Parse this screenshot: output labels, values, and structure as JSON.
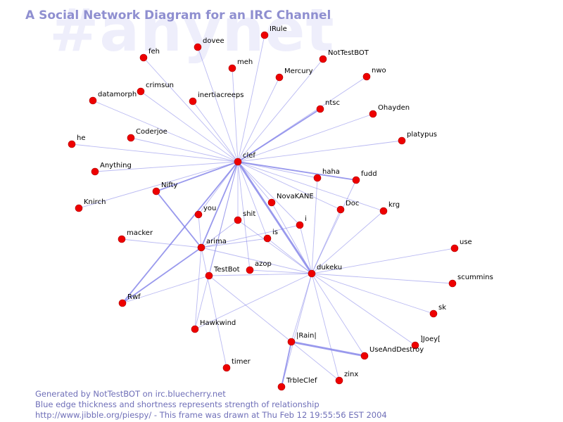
{
  "title": "A Social Network Diagram for an IRC Channel",
  "watermark": "#anynet",
  "colors": {
    "edge": "#8080e8",
    "node": "#ee0000",
    "node_stroke": "#aa0000",
    "title": "#8f8fd0",
    "footer": "#6f6fb8",
    "watermark": "#eeeefb"
  },
  "nodes": [
    {
      "id": "IRule",
      "label": "IRule"
    },
    {
      "id": "dovee",
      "label": "dovee"
    },
    {
      "id": "NotTestBOT",
      "label": "NotTestBOT"
    },
    {
      "id": "feh",
      "label": "feh"
    },
    {
      "id": "meh",
      "label": "meh"
    },
    {
      "id": "nwo",
      "label": "nwo"
    },
    {
      "id": "Mercury",
      "label": "Mercury"
    },
    {
      "id": "crimsun",
      "label": "crimsun"
    },
    {
      "id": "datamorph",
      "label": "datamorph"
    },
    {
      "id": "inertiacreeps",
      "label": "inertiacreeps"
    },
    {
      "id": "ntsc",
      "label": "ntsc"
    },
    {
      "id": "Ohayden",
      "label": "Ohayden"
    },
    {
      "id": "Coderjoe",
      "label": "Coderjoe"
    },
    {
      "id": "he",
      "label": "he"
    },
    {
      "id": "platypus",
      "label": "platypus"
    },
    {
      "id": "clef",
      "label": "clef"
    },
    {
      "id": "Anything",
      "label": "Anything"
    },
    {
      "id": "haha",
      "label": "haha"
    },
    {
      "id": "fudd",
      "label": "fudd"
    },
    {
      "id": "Nifty",
      "label": "Nifty"
    },
    {
      "id": "NovaKANE",
      "label": "NovaKANE"
    },
    {
      "id": "Knirch",
      "label": "Knirch"
    },
    {
      "id": "Doc",
      "label": "Doc"
    },
    {
      "id": "krg",
      "label": "krg"
    },
    {
      "id": "you",
      "label": "you"
    },
    {
      "id": "shit",
      "label": "shit"
    },
    {
      "id": "i",
      "label": "i"
    },
    {
      "id": "macker",
      "label": "macker"
    },
    {
      "id": "is",
      "label": "is"
    },
    {
      "id": "arima",
      "label": "arima"
    },
    {
      "id": "use",
      "label": "use"
    },
    {
      "id": "azop",
      "label": "azop"
    },
    {
      "id": "dukeku",
      "label": "dukeku"
    },
    {
      "id": "TestBot",
      "label": "TestBot"
    },
    {
      "id": "scummins",
      "label": "scummins"
    },
    {
      "id": "Rwf",
      "label": "Rwf"
    },
    {
      "id": "sk",
      "label": "sk"
    },
    {
      "id": "Hawkwind",
      "label": "Hawkwind"
    },
    {
      "id": "Joey",
      "label": "]Joey["
    },
    {
      "id": "Rain",
      "label": "|Rain|"
    },
    {
      "id": "UseAndDestroy",
      "label": "UseAndDestroy"
    },
    {
      "id": "timer",
      "label": "timer"
    },
    {
      "id": "zinx",
      "label": "zinx"
    },
    {
      "id": "TrbleClef",
      "label": "TrbleClef"
    }
  ],
  "edges": [
    {
      "from": "clef",
      "to": "IRule",
      "weight": 1
    },
    {
      "from": "clef",
      "to": "dovee",
      "weight": 1
    },
    {
      "from": "clef",
      "to": "NotTestBOT",
      "weight": 1
    },
    {
      "from": "clef",
      "to": "feh",
      "weight": 1
    },
    {
      "from": "clef",
      "to": "meh",
      "weight": 1
    },
    {
      "from": "clef",
      "to": "nwo",
      "weight": 1
    },
    {
      "from": "clef",
      "to": "Mercury",
      "weight": 1
    },
    {
      "from": "clef",
      "to": "crimsun",
      "weight": 1
    },
    {
      "from": "clef",
      "to": "datamorph",
      "weight": 1
    },
    {
      "from": "clef",
      "to": "inertiacreeps",
      "weight": 1
    },
    {
      "from": "clef",
      "to": "ntsc",
      "weight": 2
    },
    {
      "from": "clef",
      "to": "Ohayden",
      "weight": 1
    },
    {
      "from": "clef",
      "to": "Coderjoe",
      "weight": 1
    },
    {
      "from": "clef",
      "to": "he",
      "weight": 1
    },
    {
      "from": "clef",
      "to": "platypus",
      "weight": 1
    },
    {
      "from": "clef",
      "to": "Anything",
      "weight": 1
    },
    {
      "from": "clef",
      "to": "haha",
      "weight": 1
    },
    {
      "from": "clef",
      "to": "fudd",
      "weight": 2
    },
    {
      "from": "clef",
      "to": "Nifty",
      "weight": 2
    },
    {
      "from": "clef",
      "to": "NovaKANE",
      "weight": 1
    },
    {
      "from": "clef",
      "to": "Knirch",
      "weight": 1
    },
    {
      "from": "clef",
      "to": "Doc",
      "weight": 1
    },
    {
      "from": "clef",
      "to": "krg",
      "weight": 1
    },
    {
      "from": "clef",
      "to": "you",
      "weight": 1
    },
    {
      "from": "clef",
      "to": "shit",
      "weight": 1
    },
    {
      "from": "clef",
      "to": "i",
      "weight": 1
    },
    {
      "from": "clef",
      "to": "is",
      "weight": 1
    },
    {
      "from": "clef",
      "to": "arima",
      "weight": 2
    },
    {
      "from": "clef",
      "to": "azop",
      "weight": 1
    },
    {
      "from": "clef",
      "to": "dukeku",
      "weight": 3
    },
    {
      "from": "clef",
      "to": "TestBot",
      "weight": 1
    },
    {
      "from": "clef",
      "to": "Rwf",
      "weight": 2
    },
    {
      "from": "clef",
      "to": "Hawkwind",
      "weight": 1
    },
    {
      "from": "Nifty",
      "to": "arima",
      "weight": 2
    },
    {
      "from": "arima",
      "to": "Rwf",
      "weight": 2
    },
    {
      "from": "arima",
      "to": "you",
      "weight": 1
    },
    {
      "from": "arima",
      "to": "macker",
      "weight": 1
    },
    {
      "from": "arima",
      "to": "is",
      "weight": 1
    },
    {
      "from": "arima",
      "to": "dukeku",
      "weight": 1
    },
    {
      "from": "arima",
      "to": "shit",
      "weight": 1
    },
    {
      "from": "arima",
      "to": "i",
      "weight": 1
    },
    {
      "from": "arima",
      "to": "timer",
      "weight": 1
    },
    {
      "from": "arima",
      "to": "Hawkwind",
      "weight": 1
    },
    {
      "from": "dukeku",
      "to": "haha",
      "weight": 1
    },
    {
      "from": "dukeku",
      "to": "fudd",
      "weight": 1
    },
    {
      "from": "dukeku",
      "to": "Doc",
      "weight": 1
    },
    {
      "from": "dukeku",
      "to": "krg",
      "weight": 1
    },
    {
      "from": "dukeku",
      "to": "NovaKANE",
      "weight": 1
    },
    {
      "from": "dukeku",
      "to": "i",
      "weight": 1
    },
    {
      "from": "dukeku",
      "to": "is",
      "weight": 1
    },
    {
      "from": "dukeku",
      "to": "shit",
      "weight": 1
    },
    {
      "from": "dukeku",
      "to": "use",
      "weight": 1
    },
    {
      "from": "dukeku",
      "to": "scummins",
      "weight": 1
    },
    {
      "from": "dukeku",
      "to": "sk",
      "weight": 1
    },
    {
      "from": "dukeku",
      "to": "Joey",
      "weight": 1
    },
    {
      "from": "dukeku",
      "to": "Rain",
      "weight": 1
    },
    {
      "from": "dukeku",
      "to": "UseAndDestroy",
      "weight": 1
    },
    {
      "from": "dukeku",
      "to": "zinx",
      "weight": 1
    },
    {
      "from": "dukeku",
      "to": "TrbleClef",
      "weight": 1
    },
    {
      "from": "dukeku",
      "to": "TestBot",
      "weight": 1
    },
    {
      "from": "dukeku",
      "to": "azop",
      "weight": 1
    },
    {
      "from": "dukeku",
      "to": "Hawkwind",
      "weight": 1
    },
    {
      "from": "TestBot",
      "to": "Rwf",
      "weight": 1
    },
    {
      "from": "TestBot",
      "to": "Rain",
      "weight": 1
    },
    {
      "from": "Rain",
      "to": "UseAndDestroy",
      "weight": 3
    },
    {
      "from": "Rain",
      "to": "zinx",
      "weight": 1
    },
    {
      "from": "Rain",
      "to": "TrbleClef",
      "weight": 2
    }
  ],
  "footer": {
    "line1": "Generated by NotTestBOT on irc.bluecherry.net",
    "line2": "Blue edge thickness and shortness represents strength of relationship",
    "line3": "http://www.jibble.org/piespy/ - This frame was drawn at Thu Feb 12 19:55:56 EST 2004"
  }
}
